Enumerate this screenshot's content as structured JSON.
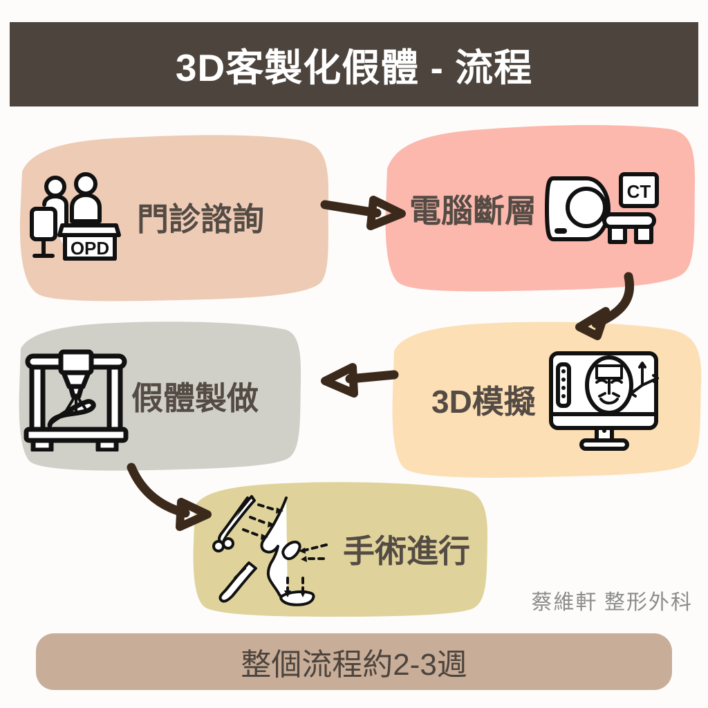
{
  "title": {
    "text": "3D客製化假體 - 流程",
    "bar_color": "#4c443d",
    "text_color": "#ffffff"
  },
  "flow": {
    "steps": [
      {
        "id": "opd",
        "label": "門診諮詢",
        "icon": "opd-desk-icon",
        "icon_badge": "OPD",
        "box_color": "#eecbb5",
        "order": 1
      },
      {
        "id": "ct",
        "label": "電腦斷層",
        "icon": "ct-scanner-icon",
        "icon_badge": "CT",
        "box_color": "#fcb8ad",
        "order": 2
      },
      {
        "id": "sim3d",
        "label": "3D模擬",
        "icon": "monitor-face-3d-icon",
        "icon_badge": "",
        "box_color": "#fcdfb5",
        "order": 3
      },
      {
        "id": "implant",
        "label": "假體製做",
        "icon": "3d-printer-icon",
        "icon_badge": "",
        "box_color": "#d1d0c8",
        "order": 4
      },
      {
        "id": "surgery",
        "label": "手術進行",
        "icon": "surgery-instruments-icon",
        "icon_badge": "",
        "box_color": "#dfd39b",
        "order": 5
      }
    ],
    "arrows": [
      {
        "id": "opd-to-ct",
        "from": "opd",
        "to": "ct",
        "style": "straight-right"
      },
      {
        "id": "ct-to-sim3d",
        "from": "ct",
        "to": "sim3d",
        "style": "curved-down-left"
      },
      {
        "id": "sim3d-to-implant",
        "from": "sim3d",
        "to": "implant",
        "style": "straight-left"
      },
      {
        "id": "implant-to-surgery",
        "from": "implant",
        "to": "surgery",
        "style": "curved-down-right"
      }
    ],
    "arrow_color": "#3b2a1c"
  },
  "footer": {
    "text": "整個流程約2-3週",
    "bar_color": "#c8ad98",
    "text_color": "#4c443d"
  },
  "signature": {
    "text": "蔡維軒 整形外科",
    "color": "#8c8c8c"
  },
  "label_color": "#544b44",
  "background_color": "#fdfcfb"
}
